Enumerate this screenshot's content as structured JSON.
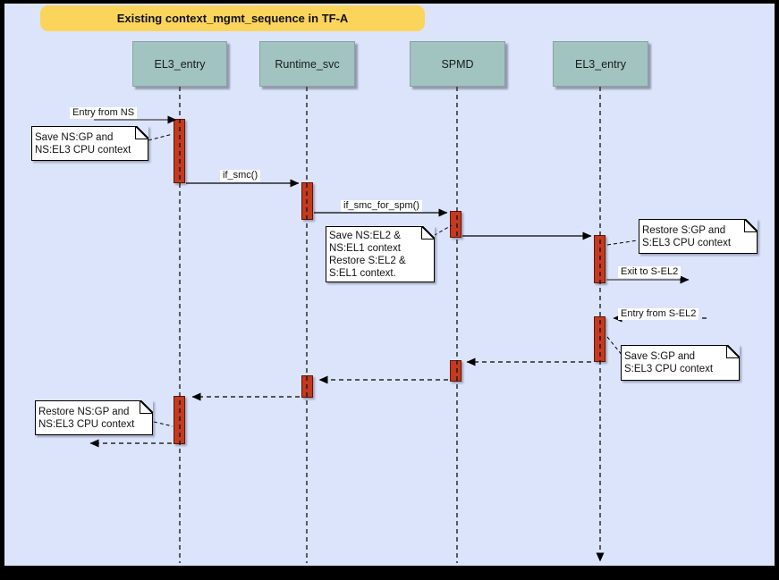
{
  "title": "Existing context_mgmt_sequence in TF-A",
  "lifelines": [
    {
      "label": "EL3_entry"
    },
    {
      "label": "Runtime_svc"
    },
    {
      "label": "SPMD"
    },
    {
      "label": "EL3_entry"
    }
  ],
  "messages": {
    "entry_from_ns": {
      "label": "Entry from NS",
      "style": "solid-external"
    },
    "if_smc": {
      "label": "if_smc()",
      "style": "solid"
    },
    "if_smc_for_spm": {
      "label": "if_smc_for_spm()",
      "style": "solid"
    },
    "spmd_to_el3": {
      "label": "",
      "style": "solid"
    },
    "exit_to_sel2": {
      "label": "Exit to S-EL2",
      "style": "solid-external"
    },
    "entry_from_sel2": {
      "label": "Entry from S-EL2",
      "style": "dashed-return"
    },
    "el3_to_spmd": {
      "label": "",
      "style": "dashed-return"
    },
    "spmd_to_runtime": {
      "label": "",
      "style": "dashed-return"
    },
    "runtime_to_el3": {
      "label": "",
      "style": "dashed-return"
    },
    "el3_to_ns": {
      "label": "",
      "style": "dashed-return"
    }
  },
  "notes": {
    "save_ns_gp": {
      "text": "Save NS:GP and\nNS:EL3 CPU context"
    },
    "save_ns_el2": {
      "text": "Save NS:EL2 &\nNS:EL1 context\nRestore S:EL2 &\nS:EL1 context."
    },
    "restore_s_gp": {
      "text": "Restore S:GP and\nS:EL3 CPU context"
    },
    "save_s_gp": {
      "text": "Save S:GP and\nS:EL3 CPU context"
    },
    "restore_ns_gp": {
      "text": "Restore NS:GP and\nNS:EL3 CPU context"
    }
  },
  "colors": {
    "frame": "#000000",
    "background": "#DCE4FB",
    "title_fill": "#FBD45C",
    "lifeline_head_fill": "#A2C4C0",
    "activation_fill": "#C43A1F",
    "activation_border": "#5F1503",
    "note_fill": "#FFFFFF",
    "arrow": "#000000",
    "external_arrow": "#5B5B5B"
  }
}
